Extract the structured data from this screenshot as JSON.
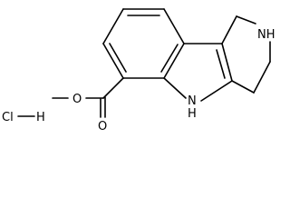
{
  "structure": {
    "labels": {
      "ring_nh": "NH",
      "indole_nh": "N",
      "indole_h": "H",
      "carbonyl_o": "O",
      "ether_o": "O",
      "salt_cl": "Cl",
      "salt_h": "H"
    },
    "colors": {
      "bond": "#000000",
      "text": "#000000",
      "background": "#ffffff"
    }
  }
}
